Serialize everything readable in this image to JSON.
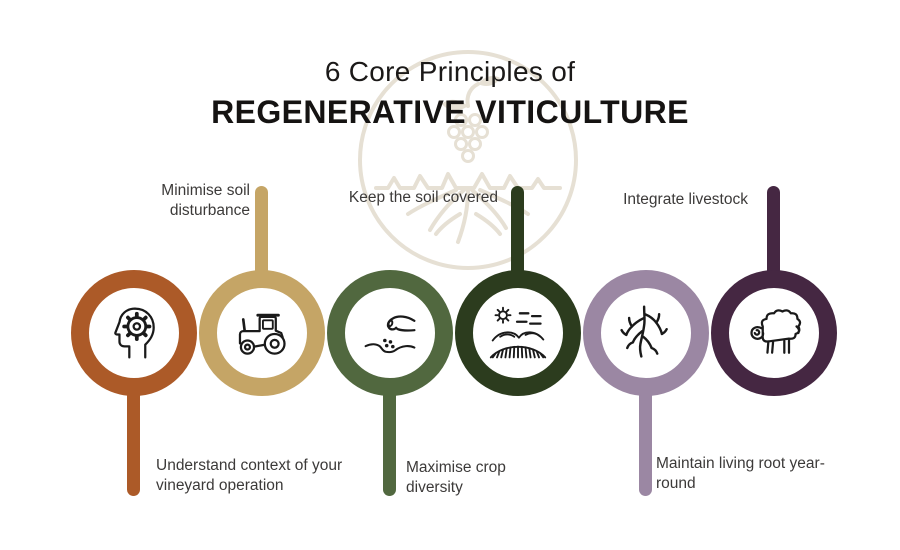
{
  "title": {
    "line1": "6 Core Principles of",
    "line2": "REGENERATIVE VITICULTURE"
  },
  "colors": {
    "background": "#ffffff",
    "title_text": "#1b1918",
    "label_text": "#3c3a39",
    "icon_stroke": "#1a1a1a",
    "watermark": "#e6e0d4"
  },
  "watermark": {
    "name": "vine-and-roots-circle-logo"
  },
  "principles": [
    {
      "id": 1,
      "label": "Understand context of your vineyard operation",
      "label_position": "bottom",
      "color": "#ac5a28",
      "icon": "head-gear-icon"
    },
    {
      "id": 2,
      "label": "Minimise soil disturbance",
      "label_position": "top",
      "color": "#c5a566",
      "icon": "tractor-icon"
    },
    {
      "id": 3,
      "label": "Maximise crop diversity",
      "label_position": "bottom",
      "color": "#51683f",
      "icon": "sowing-seeds-icon"
    },
    {
      "id": 4,
      "label": "Keep the soil covered",
      "label_position": "top",
      "color": "#2c3c1e",
      "icon": "covered-field-icon"
    },
    {
      "id": 5,
      "label": "Maintain living root year-round",
      "label_position": "bottom",
      "color": "#9b87a3",
      "icon": "living-roots-icon"
    },
    {
      "id": 6,
      "label": "Integrate livestock",
      "label_position": "top",
      "color": "#452742",
      "icon": "sheep-icon"
    }
  ]
}
